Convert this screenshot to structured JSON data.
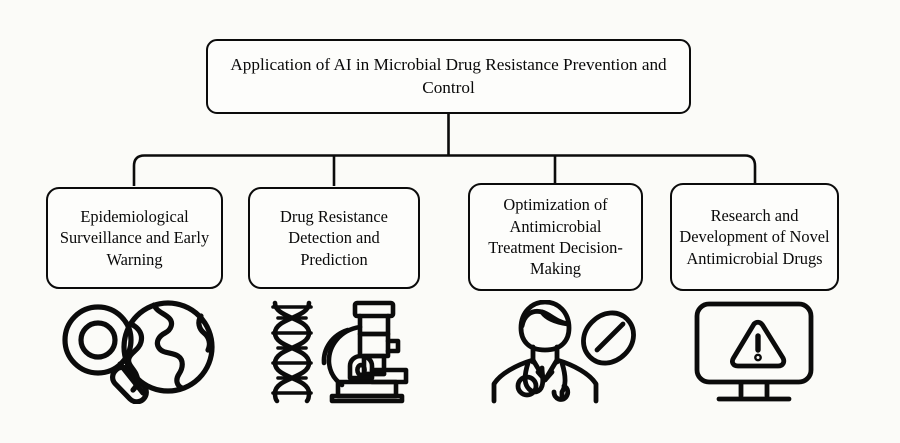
{
  "diagram": {
    "background_color": "#fbfbf8",
    "line_color": "#0b0b0b",
    "root": {
      "label": "Application of AI in Microbial Drug Resistance Prevention and Control"
    },
    "children": [
      {
        "label": "Epidemiological Surveillance and Early Warning",
        "icon": "magnifier-globe-icon"
      },
      {
        "label": "Drug Resistance Detection and Prediction",
        "icon": "dna-microscope-icon"
      },
      {
        "label": "Optimization of Antimicrobial Treatment Decision-Making",
        "icon": "doctor-pill-icon"
      },
      {
        "label": "Research and Development of Novel Antimicrobial Drugs",
        "icon": "monitor-warning-icon"
      }
    ]
  }
}
